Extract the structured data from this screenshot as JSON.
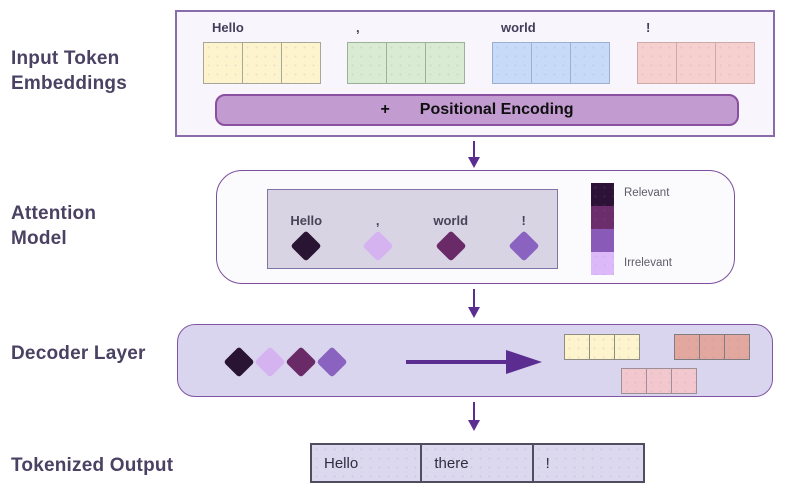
{
  "labels": {
    "input_embeddings": "Input Token Embeddings",
    "attention_model": "Attention Model",
    "decoder_layer": "Decoder Layer",
    "tokenized_output": "Tokenized Output"
  },
  "input_embeddings": {
    "tokens": [
      {
        "text": "Hello",
        "fill": "#fdf4cd",
        "border": "#a8a699"
      },
      {
        "text": ",",
        "fill": "#d9ebd3",
        "border": "#9bb298"
      },
      {
        "text": "world",
        "fill": "#c7dbf8",
        "border": "#9cafd2"
      },
      {
        "text": "!",
        "fill": "#f6d0cf",
        "border": "#cfa9a8"
      }
    ],
    "positional_encoding": {
      "operator": "+",
      "label": "Positional Encoding",
      "fill": "#c29bd1"
    }
  },
  "attention_model": {
    "tokens": [
      {
        "text": "Hello",
        "color": "#2a1433"
      },
      {
        "text": ",",
        "color": "#d4b3f0"
      },
      {
        "text": "world",
        "color": "#6a2a68"
      },
      {
        "text": "!",
        "color": "#8a63c1"
      }
    ],
    "legend": {
      "swatches": [
        "#2c1236",
        "#6c2d6d",
        "#8a5ab8",
        "#dcb9f8"
      ],
      "top_label": "Relevant",
      "bottom_label": "Irrelevant"
    }
  },
  "decoder_layer": {
    "diamonds": [
      "#2a1433",
      "#d4b3f0",
      "#6a2a68",
      "#8a63c1"
    ],
    "token_groups": [
      {
        "name": "yellow",
        "fill": "#fdf4cd",
        "border": "#8f8d82"
      },
      {
        "name": "salmon",
        "fill": "#e2a8a0",
        "border": "#7f7d80"
      },
      {
        "name": "pink",
        "fill": "#f3c7ce",
        "border": "#9c9096"
      }
    ]
  },
  "tokenized_output": {
    "cells": [
      "Hello",
      "there",
      "!"
    ]
  },
  "colors": {
    "arrow": "#5b2d91"
  }
}
